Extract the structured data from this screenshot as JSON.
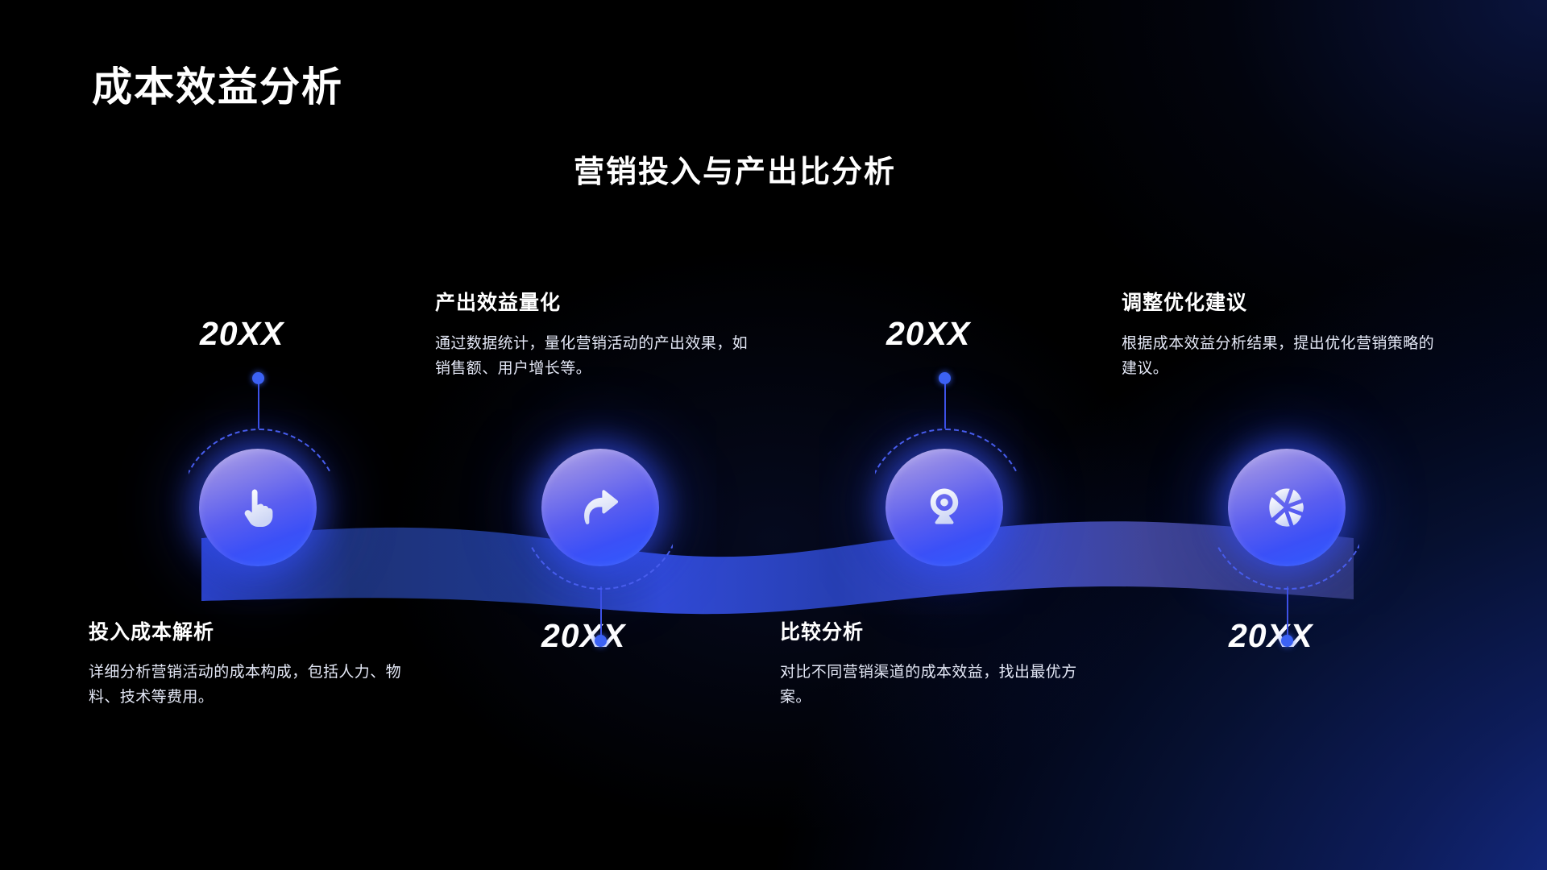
{
  "header": {
    "title": "成本效益分析",
    "subtitle": "营销投入与产出比分析"
  },
  "theme": {
    "background_from": "#000000",
    "background_to": "#1b3bb0",
    "node_accent": "#3b50f7",
    "dot_color": "#3d63f5",
    "dash_color": "#4f63ef",
    "text_color": "#ffffff",
    "body_text_color": "#e4e8f6"
  },
  "timeline": {
    "items": [
      {
        "year": "20XX",
        "title": "投入成本解析",
        "desc": "详细分析营销活动的成本构成，包括人力、物料、技术等费用。",
        "icon": "pointing-hand-icon",
        "label_position": "below"
      },
      {
        "year": "20XX",
        "title": "产出效益量化",
        "desc": "通过数据统计，量化营销活动的产出效果，如销售额、用户增长等。",
        "icon": "share-arrow-icon",
        "label_position": "above"
      },
      {
        "year": "20XX",
        "title": "比较分析",
        "desc": "对比不同营销渠道的成本效益，找出最优方案。",
        "icon": "webcam-icon",
        "label_position": "below"
      },
      {
        "year": "20XX",
        "title": "调整优化建议",
        "desc": "根据成本效益分析结果，提出优化营销策略的建议。",
        "icon": "aperture-icon",
        "label_position": "above"
      }
    ]
  }
}
